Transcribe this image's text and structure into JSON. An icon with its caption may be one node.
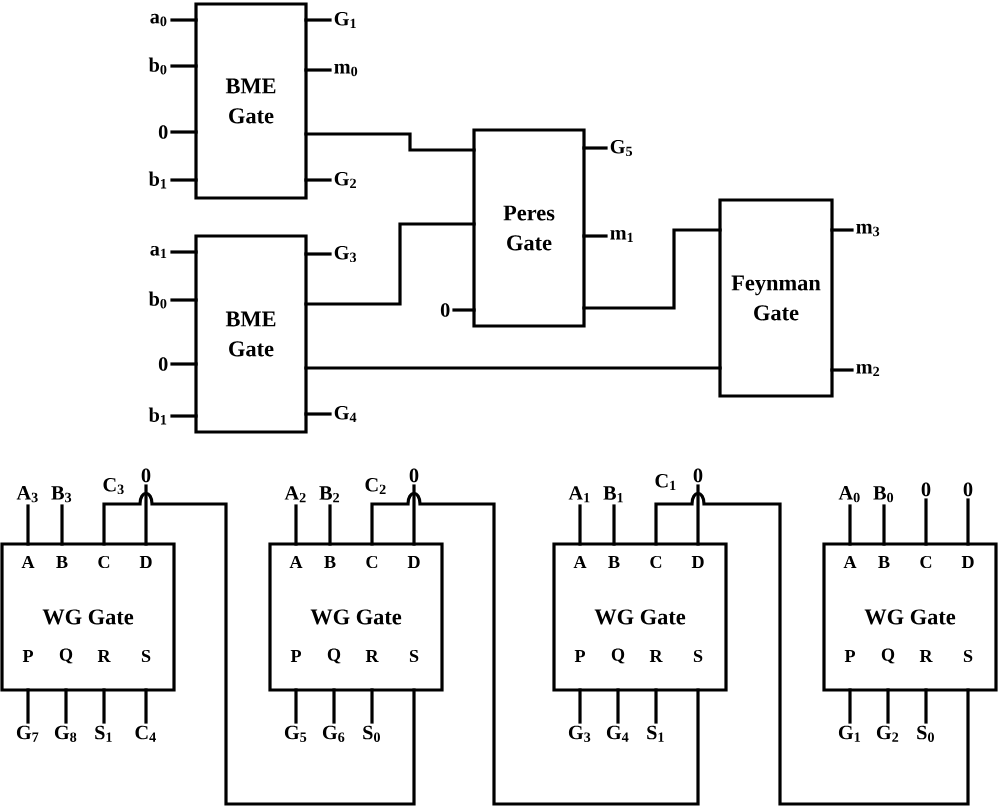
{
  "diagram": {
    "nodes": [
      {
        "text": [
          "BME Gate"
        ]
      },
      {
        "text": [
          "a$_{0}$"
        ]
      },
      {
        "text": [
          "b$_{0}$"
        ]
      },
      {
        "text": [
          "0"
        ]
      },
      {
        "text": [
          "b$_{1}$"
        ]
      },
      {
        "text": [
          "G$_{1}$"
        ]
      },
      {
        "text": [
          "m$_{0}$"
        ]
      },
      {
        "text": [
          "G$_{2}$"
        ]
      },
      {
        "text": [
          "Peres Gate"
        ]
      },
      {
        "text": [
          "G$_{5}$"
        ]
      },
      {
        "text": [
          "m$_{1}$"
        ]
      },
      {
        "text": [
          "0"
        ]
      },
      {
        "text": [
          "BME Gate"
        ]
      },
      {
        "text": [
          "a$_{1}$"
        ]
      },
      {
        "text": [
          "b$_{0}$"
        ]
      },
      {
        "text": [
          "0"
        ]
      },
      {
        "text": [
          "b$_{1}$"
        ]
      },
      {
        "text": [
          "G$_{3}$"
        ]
      },
      {
        "text": [
          "G$_{4}$"
        ]
      },
      {
        "text": [
          "Feynman Gate"
        ]
      },
      {
        "text": [
          "m$_{3}$"
        ]
      },
      {
        "text": [
          "m$_{2}$"
        ]
      },
      {
        "text": [
          "A",
          "B",
          "C",
          "D",
          "WG Gate",
          "P",
          "Q",
          "R",
          "S"
        ]
      },
      {
        "text": [
          "A$_{3}$"
        ]
      },
      {
        "text": [
          "B$_{3}$"
        ]
      },
      {
        "text": [
          "0"
        ]
      },
      {
        "text": [
          "G$_{7}$"
        ]
      },
      {
        "text": [
          "G$_{8}$"
        ]
      },
      {
        "text": [
          "S$_{1}$"
        ]
      },
      {
        "text": [
          "C$_{4}$"
        ]
      },
      {
        "text": [
          "A",
          "B",
          "C",
          "D",
          "WG Gate",
          "P",
          "Q",
          "R",
          "S"
        ]
      },
      {
        "text": [
          "A$_{2}$"
        ]
      },
      {
        "text": [
          "B$_{2}$"
        ]
      },
      {
        "text": [
          "0"
        ]
      },
      {
        "text": [
          "G$_{5}$"
        ]
      },
      {
        "text": [
          "G$_{6}$"
        ]
      },
      {
        "text": [
          "S$_{0}$"
        ]
      },
      {
        "text": [
          "A",
          "B",
          "C",
          "D",
          "WG Gate",
          "P",
          "Q",
          "R",
          "S"
        ]
      },
      {
        "text": [
          "A$_{1}$"
        ]
      },
      {
        "text": [
          "B$_{1}$"
        ]
      },
      {
        "text": [
          "0"
        ]
      },
      {
        "text": [
          "G$_{3}$"
        ]
      },
      {
        "text": [
          "G$_{4}$"
        ]
      },
      {
        "text": [
          "S$_{1}$"
        ]
      },
      {
        "text": [
          "A",
          "B",
          "C",
          "D",
          "WG Gate",
          "P",
          "Q",
          "R",
          "S"
        ]
      },
      {
        "text": [
          "A$_{0}$"
        ]
      },
      {
        "text": [
          "B$_{0}$"
        ]
      },
      {
        "text": [
          "0"
        ]
      },
      {
        "text": [
          "0"
        ]
      },
      {
        "text": [
          "G$_{1}$"
        ]
      },
      {
        "text": [
          "G$_{2}$"
        ]
      },
      {
        "text": [
          "S$_{0}$"
        ]
      }
    ],
    "edges": [
      {
        "from": 1,
        "to": 0,
        "arrow": "none"
      },
      {
        "from": 2,
        "to": 0,
        "arrow": "none"
      },
      {
        "from": 3,
        "to": 0,
        "arrow": "none"
      },
      {
        "from": 4,
        "to": 0,
        "arrow": "none"
      },
      {
        "from": 0,
        "to": 5,
        "arrow": "none"
      },
      {
        "from": 0,
        "to": 6,
        "arrow": "none"
      },
      {
        "from": 0,
        "to": 7,
        "arrow": "none"
      },
      {
        "from": 0,
        "to": 8,
        "arrow": "none"
      },
      {
        "from": 11,
        "to": 8,
        "arrow": "none"
      },
      {
        "from": 8,
        "to": 9,
        "arrow": "none"
      },
      {
        "from": 8,
        "to": 10,
        "arrow": "none"
      },
      {
        "from": 13,
        "to": 12,
        "arrow": "none"
      },
      {
        "from": 14,
        "to": 12,
        "arrow": "none"
      },
      {
        "from": 15,
        "to": 12,
        "arrow": "none"
      },
      {
        "from": 16,
        "to": 12,
        "arrow": "none"
      },
      {
        "from": 12,
        "to": 17,
        "arrow": "none"
      },
      {
        "from": 12,
        "to": 18,
        "arrow": "none"
      },
      {
        "from": 12,
        "to": 8,
        "arrow": "none"
      },
      {
        "from": 12,
        "to": 19,
        "arrow": "none"
      },
      {
        "from": 8,
        "to": 19,
        "arrow": "none"
      },
      {
        "from": 19,
        "to": 20,
        "arrow": "none"
      },
      {
        "from": 19,
        "to": 21,
        "arrow": "none"
      },
      {
        "from": 23,
        "to": 22,
        "arrow": "none"
      },
      {
        "from": 24,
        "to": 22,
        "arrow": "none"
      },
      {
        "from": 25,
        "to": 22,
        "arrow": "none"
      },
      {
        "from": 22,
        "to": 26,
        "arrow": "none"
      },
      {
        "from": 22,
        "to": 27,
        "arrow": "none"
      },
      {
        "from": 22,
        "to": 28,
        "arrow": "none"
      },
      {
        "from": 22,
        "to": 29,
        "arrow": "none"
      },
      {
        "from": 30,
        "to": 22,
        "arrow": "none",
        "label": "C$_{3}$"
      },
      {
        "from": 31,
        "to": 30,
        "arrow": "none"
      },
      {
        "from": 32,
        "to": 30,
        "arrow": "none"
      },
      {
        "from": 33,
        "to": 30,
        "arrow": "none"
      },
      {
        "from": 30,
        "to": 34,
        "arrow": "none"
      },
      {
        "from": 30,
        "to": 35,
        "arrow": "none"
      },
      {
        "from": 30,
        "to": 36,
        "arrow": "none"
      },
      {
        "from": 37,
        "to": 30,
        "arrow": "none",
        "label": "C$_{2}$"
      },
      {
        "from": 38,
        "to": 37,
        "arrow": "none"
      },
      {
        "from": 39,
        "to": 37,
        "arrow": "none"
      },
      {
        "from": 40,
        "to": 37,
        "arrow": "none"
      },
      {
        "from": 37,
        "to": 41,
        "arrow": "none"
      },
      {
        "from": 37,
        "to": 42,
        "arrow": "none"
      },
      {
        "from": 37,
        "to": 43,
        "arrow": "none"
      },
      {
        "from": 44,
        "to": 37,
        "arrow": "none",
        "label": "C$_{1}$"
      },
      {
        "from": 45,
        "to": 44,
        "arrow": "none"
      },
      {
        "from": 46,
        "to": 44,
        "arrow": "none"
      },
      {
        "from": 47,
        "to": 44,
        "arrow": "none"
      },
      {
        "from": 48,
        "to": 44,
        "arrow": "none"
      },
      {
        "from": 44,
        "to": 49,
        "arrow": "none"
      },
      {
        "from": 44,
        "to": 50,
        "arrow": "none"
      },
      {
        "from": 44,
        "to": 51,
        "arrow": "none"
      }
    ]
  }
}
